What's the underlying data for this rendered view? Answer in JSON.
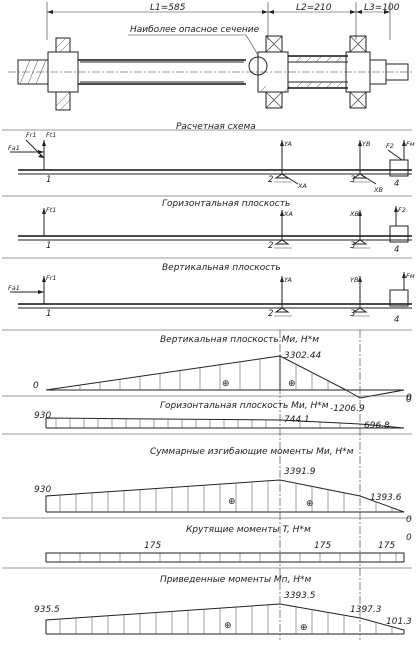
{
  "dimensions": {
    "l1": "L1=585",
    "l2": "L2=210",
    "l3": "L3=100"
  },
  "callout": "Наиболее опасное сечение",
  "panels": {
    "scheme": "Расчетная схема",
    "horizontal": "Горизонтальная плоскость",
    "vertical": "Вертикальная плоскость"
  },
  "force_labels": {
    "fr1": "Fr1",
    "ft1": "Ft1",
    "fa1": "Fa1",
    "ya": "YA",
    "xa": "XA",
    "yb": "YB",
    "xb": "XB",
    "f2": "F2",
    "fm": "Fм"
  },
  "section_numbers": [
    "1",
    "2",
    "3",
    "4"
  ],
  "diagrams": [
    {
      "title": "Вертикальная плоскость Mи, H*м",
      "values": [
        "0",
        "3302.44",
        "-1206.9",
        "0"
      ]
    },
    {
      "title": "Горизонтальная плоскость Mи, H*м",
      "values": [
        "930",
        "744.1",
        "696.8",
        "0"
      ]
    },
    {
      "title": "Суммарные изгибающие моменты Mи, H*м",
      "values": [
        "930",
        "3391.9",
        "1393.6",
        "0"
      ]
    },
    {
      "title": "Крутящие моменты T, H*м",
      "values": [
        "175",
        "175",
        "175",
        "0"
      ]
    },
    {
      "title": "Приведенные моменты Mп, H*м",
      "values": [
        "935.5",
        "3393.5",
        "1397.3",
        "101.3"
      ]
    }
  ],
  "plus_sign": "⊕"
}
